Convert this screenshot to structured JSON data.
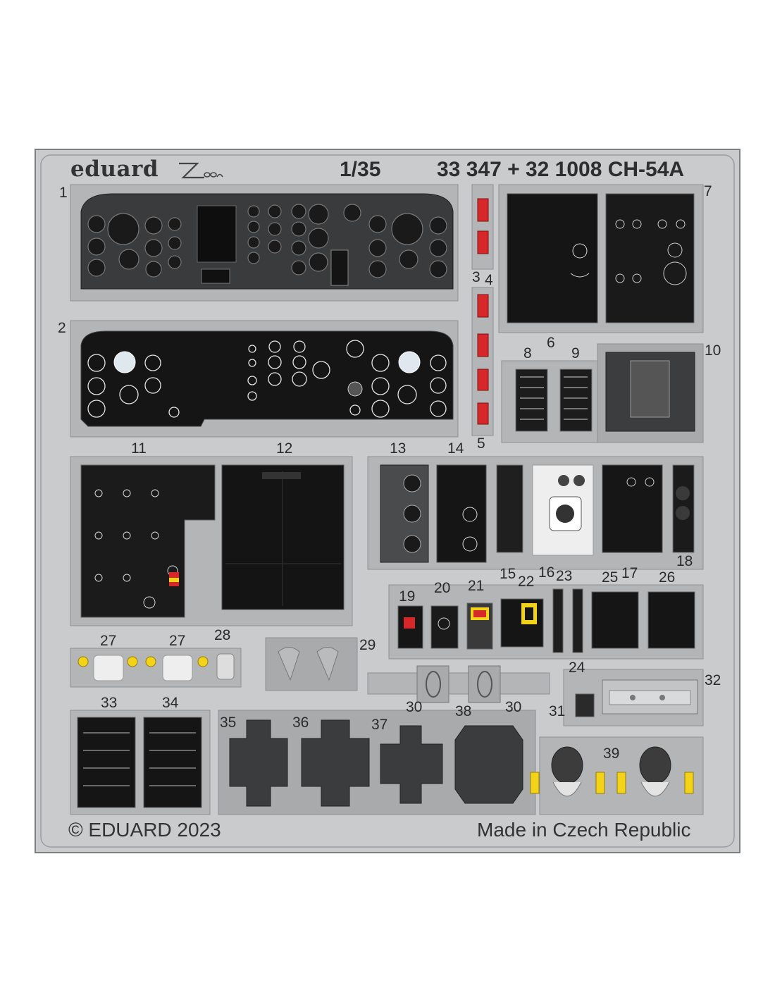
{
  "header": {
    "brand": "eduard",
    "zoom_logo": "Zoom",
    "scale": "1/35",
    "set_code": "33 347 + 32 1008 CH-54A"
  },
  "footer": {
    "copyright": "© EDUARD 2023",
    "made_in": "Made in Czech Republic"
  },
  "part_numbers": [
    "1",
    "2",
    "3",
    "4",
    "5",
    "6",
    "7",
    "8",
    "9",
    "10",
    "11",
    "12",
    "13",
    "14",
    "15",
    "16",
    "17",
    "18",
    "19",
    "20",
    "21",
    "22",
    "23",
    "24",
    "25",
    "26",
    "27",
    "27",
    "28",
    "29",
    "30",
    "30",
    "31",
    "32",
    "33",
    "34",
    "35",
    "36",
    "37",
    "38",
    "39"
  ],
  "colors": {
    "fret": "#c9cbcd",
    "fret_edge": "#8e9194",
    "panel_dark": "#1c1c1c",
    "panel_mid": "#4a4b4d",
    "red_part": "#d62828",
    "yellow_part": "#f3d21a",
    "white_part": "#eeeeee"
  }
}
